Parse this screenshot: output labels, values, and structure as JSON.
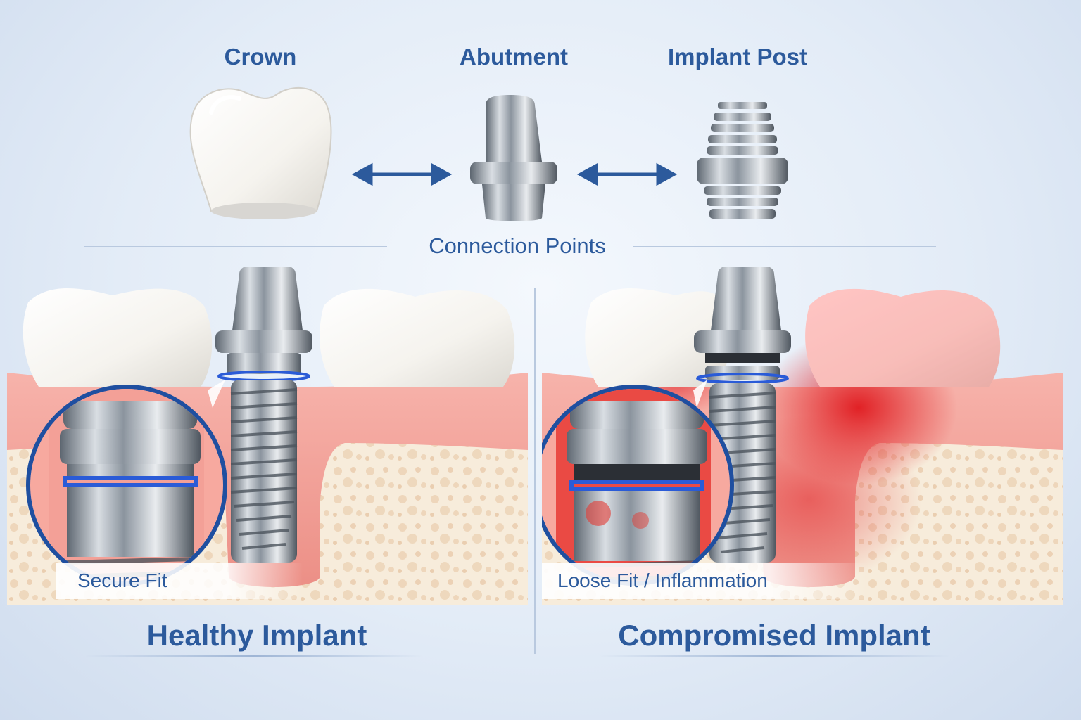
{
  "components": {
    "crown_label": "Crown",
    "abutment_label": "Abutment",
    "implant_post_label": "Implant Post"
  },
  "connection_label": "Connection Points",
  "panels": {
    "healthy": {
      "caption": "Secure Fit",
      "title": "Healthy Implant"
    },
    "compromised": {
      "caption": "Loose Fit / Inflammation",
      "title": "Compromised Implant"
    }
  },
  "colors": {
    "accent_blue": "#2c5a9c",
    "gum_pink": "#f3a29a",
    "inflammation_red": "#e0252a",
    "bone": "#f3e2c8",
    "metal": "#9aa3ad"
  },
  "icons": [
    "double-arrow-icon",
    "magnifier-circle-icon"
  ]
}
